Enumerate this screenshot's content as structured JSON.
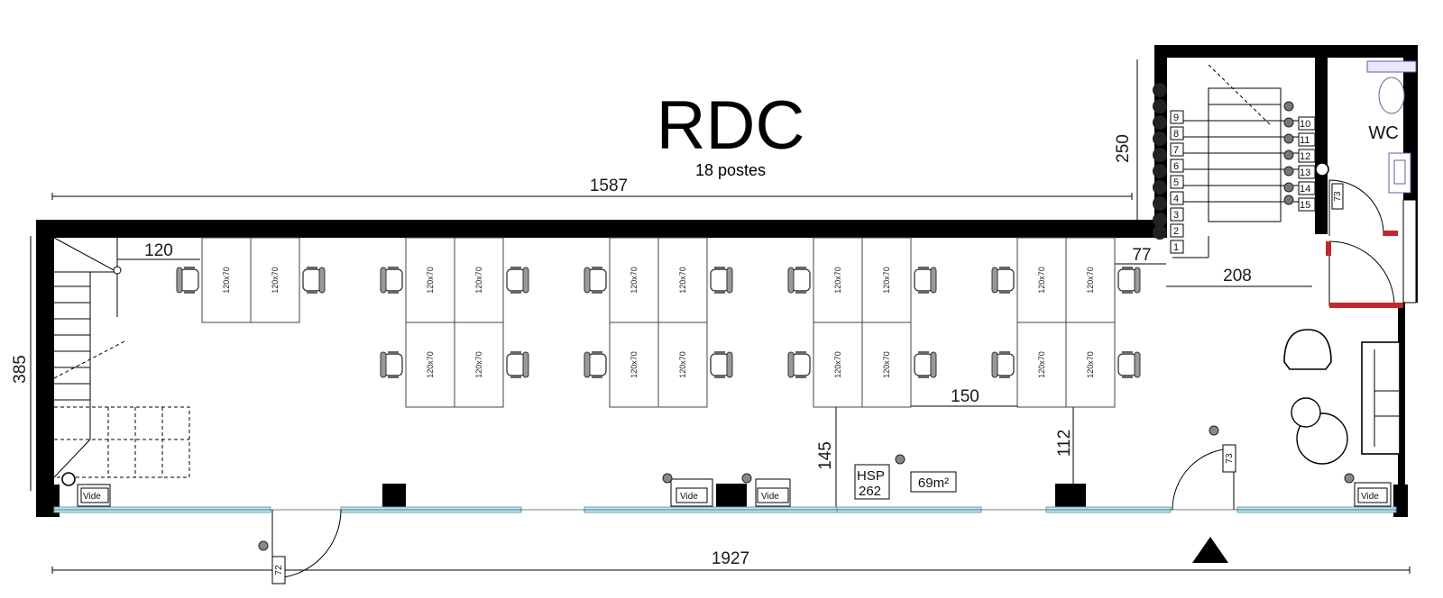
{
  "plan": {
    "title": "RDC",
    "subtitle": "18 postes",
    "wc_label": "WC",
    "desk_label": "120x70",
    "vide_label": "Vide",
    "hsp_label": "HSP",
    "hsp_value": "262",
    "area_label": "69m²",
    "dimensions": {
      "top_length": "1587",
      "bottom_length": "1927",
      "left_height": "385",
      "stair_height": "250",
      "stair_width": "208",
      "stair_offset": "120",
      "gap_77": "77",
      "aisle": "150",
      "depth_145": "145",
      "depth_112": "112"
    },
    "stair_steps": [
      "1",
      "2",
      "3",
      "4",
      "5",
      "6",
      "7",
      "8",
      "9",
      "10",
      "11",
      "12",
      "13",
      "14",
      "15"
    ],
    "door_labels": [
      "72",
      "73",
      "73"
    ],
    "wall_color": "#000000",
    "door_accent_color": "#c0282d",
    "glazing_color": "#bfe6ee"
  }
}
